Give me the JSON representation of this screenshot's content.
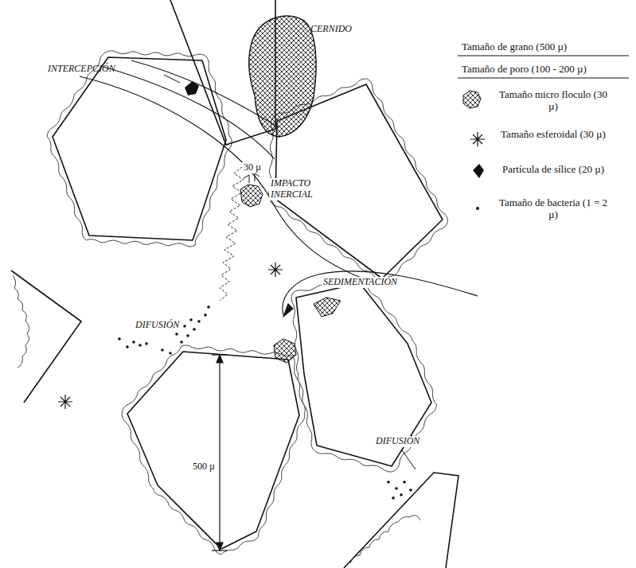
{
  "diagram": {
    "labels": [
      "CERNIDO",
      "INTERCEPCIÓN",
      "30 µ",
      "IMPACTO INERCIAL",
      "DIFUSIÓN",
      "SEDIMENTACIÓN",
      "DIFUSIÓN",
      "500 µ",
      "Tamaño de grano (500 µ)",
      "Tamaño de poro (100 - 200 µ)"
    ],
    "legend": [
      {
        "text": "Tamaño micro floculo (30 µ)"
      },
      {
        "text": "Tamaño esferoidal (30 µ)"
      },
      {
        "text": "Partícula de sílice (20 µ)"
      },
      {
        "text": "Tamaño de bacteria (1 = 2 µ)"
      }
    ]
  }
}
